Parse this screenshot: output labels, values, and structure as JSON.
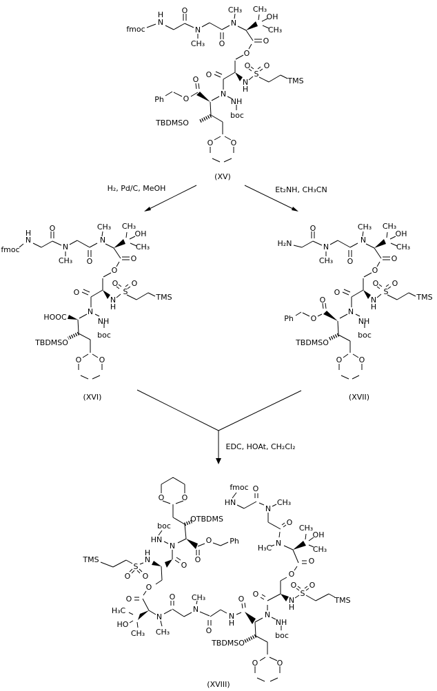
{
  "page": {
    "background": "#ffffff",
    "ink": "#000000"
  },
  "atoms": {
    "o": "O",
    "n": "N",
    "h": "H",
    "s": "S",
    "nh": "NH",
    "hn": "HN",
    "oh": "OH",
    "ho": "HO",
    "ch3": "CH₃",
    "h3c": "H₃C",
    "h2n": "H₂N",
    "hooc": "HOOC",
    "fmoc": "fmoc",
    "boc": "boc",
    "ph": "Ph",
    "tms": "TMS",
    "tbdmso": "TBDMSO",
    "otbdms": "OTBDMS"
  },
  "compounds": {
    "xv": {
      "caption": "(XV)"
    },
    "xvi": {
      "caption": "(XVI)"
    },
    "xvii": {
      "caption": "(XVII)"
    },
    "xviii": {
      "caption": "(XVIII)"
    }
  },
  "reagents": {
    "left": "H₂, Pd/C, MeOH",
    "right": "Et₂NH, CH₃CN",
    "coupling": "EDC, HOAt, CH₂Cl₂"
  }
}
